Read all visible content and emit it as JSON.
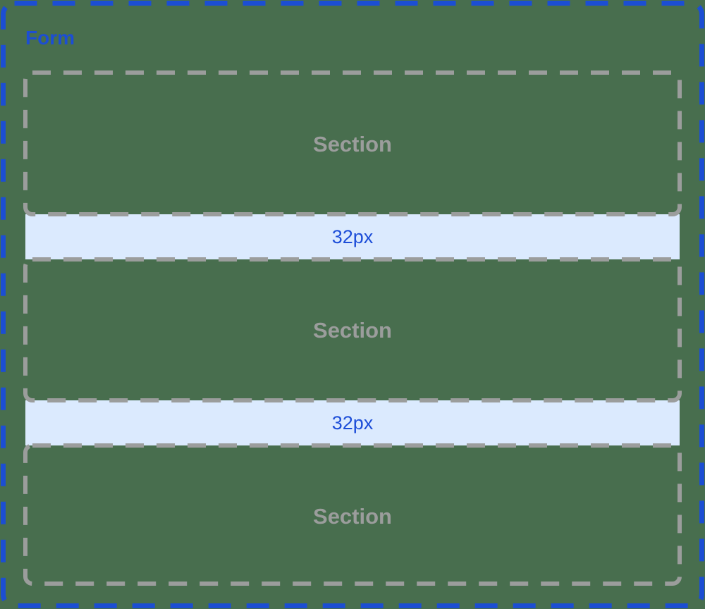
{
  "diagram": {
    "form": {
      "label": "Form"
    },
    "sections": [
      {
        "label": "Section"
      },
      {
        "label": "Section"
      },
      {
        "label": "Section"
      }
    ],
    "gaps": [
      {
        "label": "32px"
      },
      {
        "label": "32px"
      }
    ],
    "colors": {
      "background": "#486e4e",
      "form_border": "#1c4ed3",
      "form_label": "#1c4ed3",
      "section_border": "#9b9d9c",
      "section_label": "#9b9d9c",
      "gap_fill": "#dbeafe",
      "gap_label": "#1d4ed8"
    }
  }
}
